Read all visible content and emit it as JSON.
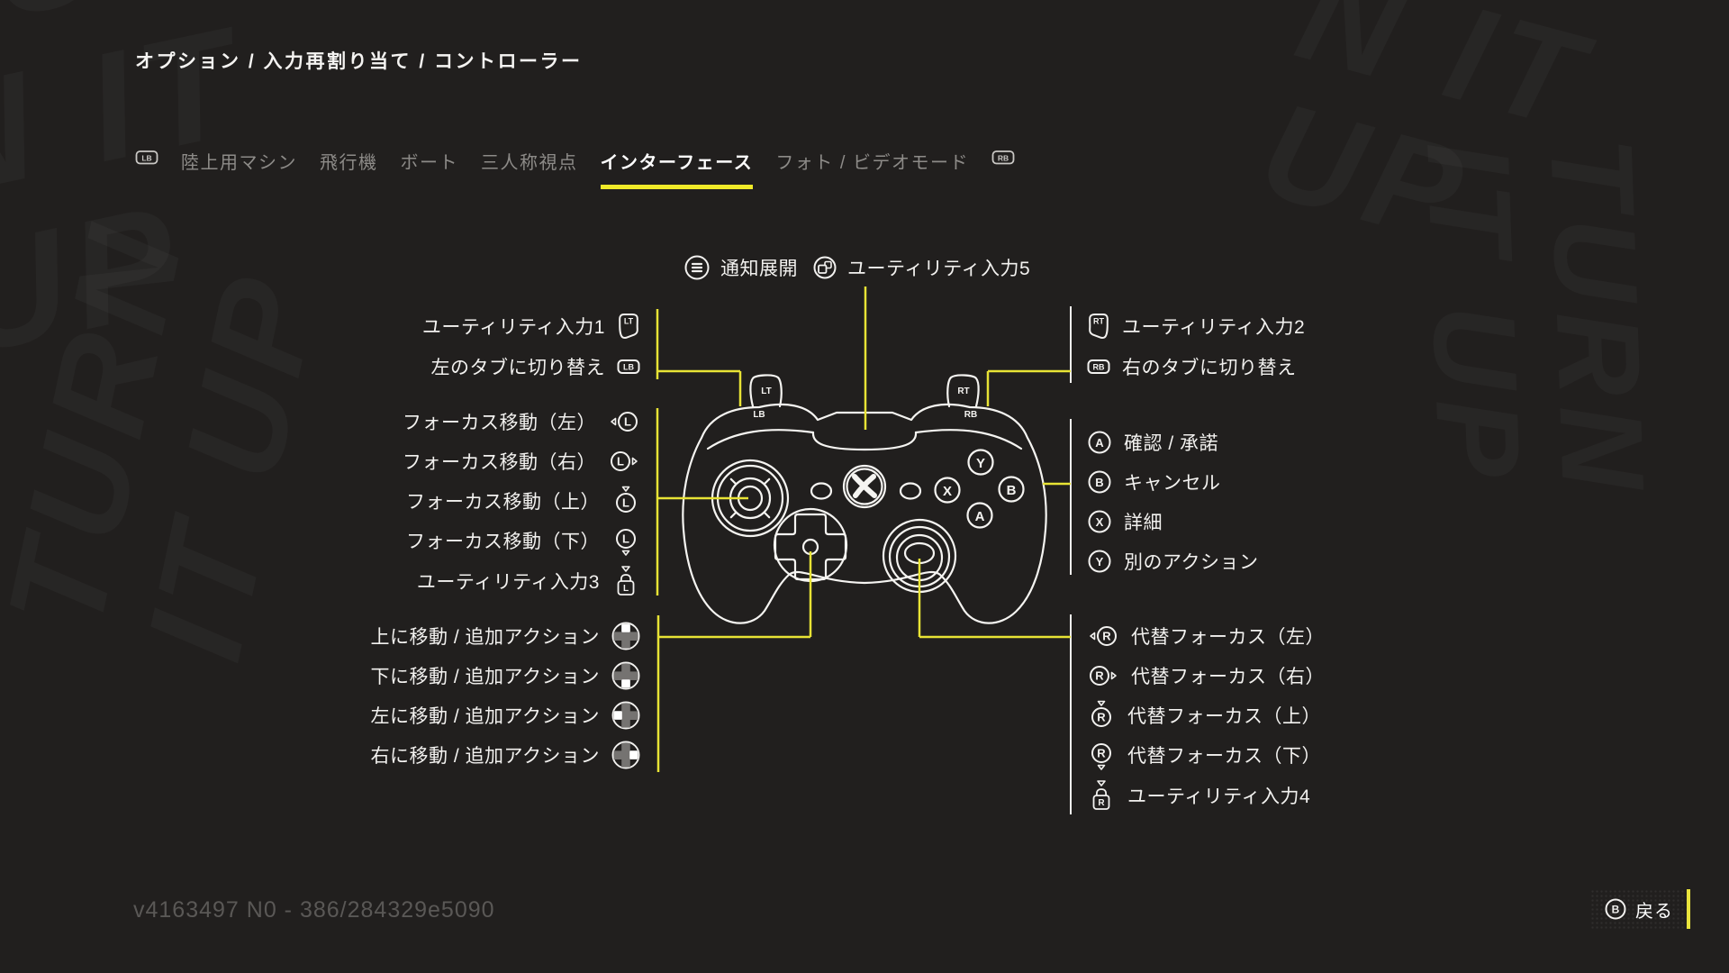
{
  "breadcrumb": "オプション / 入力再割り当て / コントローラー",
  "tab_bar": {
    "left_bumper": "LB",
    "right_bumper": "RB",
    "tabs": [
      {
        "label": "陸上用マシン",
        "active": false
      },
      {
        "label": "飛行機",
        "active": false
      },
      {
        "label": "ボート",
        "active": false
      },
      {
        "label": "三人称視点",
        "active": false
      },
      {
        "label": "インターフェース",
        "active": true
      },
      {
        "label": "フォト / ビデオモード",
        "active": false
      }
    ]
  },
  "top_callouts": [
    {
      "icon": "menu-button-icon",
      "label": "通知展開"
    },
    {
      "icon": "view-button-icon",
      "label": "ユーティリティ入力5"
    }
  ],
  "left_callouts": {
    "triggers": [
      {
        "icon_text": "LT",
        "label": "ユーティリティ入力1"
      },
      {
        "icon_text": "LB",
        "label": "左のタブに切り替え"
      }
    ],
    "left_stick": [
      {
        "icon_text": "L",
        "direction": "left",
        "label": "フォーカス移動（左）"
      },
      {
        "icon_text": "L",
        "direction": "right",
        "label": "フォーカス移動（右）"
      },
      {
        "icon_text": "L",
        "direction": "up",
        "label": "フォーカス移動（上）"
      },
      {
        "icon_text": "L",
        "direction": "down",
        "label": "フォーカス移動（下）"
      },
      {
        "icon_text": "L",
        "direction": "press",
        "label": "ユーティリティ入力3"
      }
    ],
    "dpad": [
      {
        "direction": "up",
        "label": "上に移動 / 追加アクション"
      },
      {
        "direction": "down",
        "label": "下に移動 / 追加アクション"
      },
      {
        "direction": "left",
        "label": "左に移動 / 追加アクション"
      },
      {
        "direction": "right",
        "label": "右に移動 / 追加アクション"
      }
    ]
  },
  "right_callouts": {
    "triggers": [
      {
        "icon_text": "RT",
        "label": "ユーティリティ入力2"
      },
      {
        "icon_text": "RB",
        "label": "右のタブに切り替え"
      }
    ],
    "face_buttons": [
      {
        "icon_text": "A",
        "label": "確認 / 承諾"
      },
      {
        "icon_text": "B",
        "label": "キャンセル"
      },
      {
        "icon_text": "X",
        "label": "詳細"
      },
      {
        "icon_text": "Y",
        "label": "別のアクション"
      }
    ],
    "right_stick": [
      {
        "icon_text": "R",
        "direction": "left",
        "label": "代替フォーカス（左）"
      },
      {
        "icon_text": "R",
        "direction": "right",
        "label": "代替フォーカス（右）"
      },
      {
        "icon_text": "R",
        "direction": "up",
        "label": "代替フォーカス（上）"
      },
      {
        "icon_text": "R",
        "direction": "down",
        "label": "代替フォーカス（下）"
      },
      {
        "icon_text": "R",
        "direction": "press",
        "label": "ユーティリティ入力4"
      }
    ]
  },
  "controller": {
    "lt": "LT",
    "lb": "LB",
    "rt": "RT",
    "rb": "RB",
    "face_y": "Y",
    "face_x": "X",
    "face_b": "B",
    "face_a": "A"
  },
  "footer": {
    "version": "v4163497 N0 - 386/284329e5090",
    "back": {
      "icon_text": "B",
      "label": "戻る"
    }
  },
  "decor": {
    "graffiti_text": "TURN IT UP"
  },
  "colors": {
    "accent_yellow": "#e9e43c",
    "underline_yellow": "#f0ea28",
    "background": "#211f1e"
  }
}
